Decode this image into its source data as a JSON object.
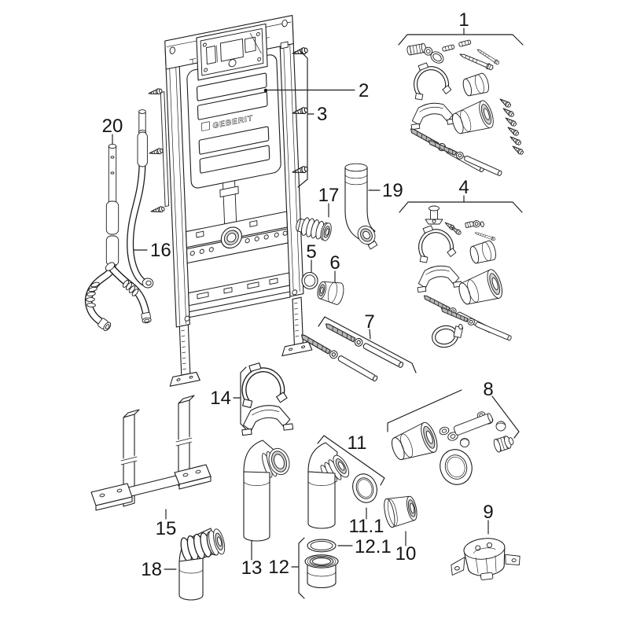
{
  "diagram": {
    "brand_logo": "GEBERIT",
    "part_labels": [
      "1",
      "2",
      "3",
      "4",
      "5",
      "6",
      "7",
      "8",
      "9",
      "10",
      "11",
      "11.1",
      "12",
      "12.1",
      "13",
      "14",
      "15",
      "16",
      "17",
      "18",
      "19",
      "20"
    ],
    "colors": {
      "background": "#ffffff",
      "line": "#1c1c1c",
      "label_text": "#141414",
      "rod_gray": "#b8b8b8",
      "recess_gray": "#cfcfcf"
    }
  }
}
